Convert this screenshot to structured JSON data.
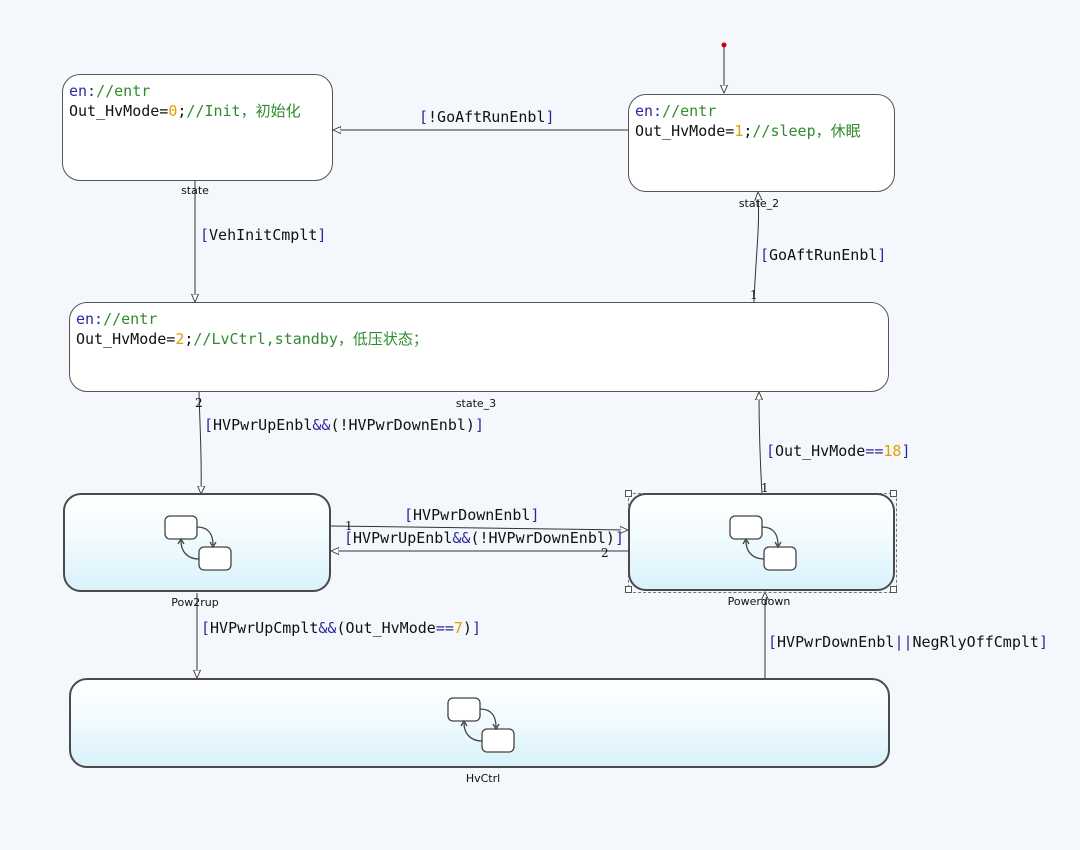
{
  "states": {
    "state": {
      "name": "state",
      "line1_kw": "en:",
      "line1_cm": "//entr",
      "line2_pre": "Out_HvMode=",
      "line2_num": "0",
      "line2_post": ";",
      "line2_cm": "//Init，初始化"
    },
    "state_2": {
      "name": "state_2",
      "line1_kw": "en:",
      "line1_cm": "//entr",
      "line2_pre": "Out_HvMode=",
      "line2_num": "1",
      "line2_post": ";",
      "line2_cm": "//sleep，休眠"
    },
    "state_3": {
      "name": "state_3",
      "line1_kw": "en:",
      "line1_cm": "//entr",
      "line2_pre": "Out_HvMode=",
      "line2_num": "2",
      "line2_post": ";",
      "line2_cm": "//LvCtrl,standby，低压状态；"
    },
    "pow2rup": {
      "name": "Pow2rup"
    },
    "powerdown": {
      "name": "Powerdown"
    },
    "hvctrl": {
      "name": "HvCtrl"
    }
  },
  "transitions": {
    "not_go_aft_run": {
      "open": "[",
      "text": "!GoAftRunEnbl",
      "close": "]"
    },
    "veh_init": {
      "open": "[",
      "text": "VehInitCmplt",
      "close": "]"
    },
    "go_aft_run": {
      "open": "[",
      "text": "GoAftRunEnbl",
      "close": "]",
      "priority": "1"
    },
    "pwr_up": {
      "open": "[",
      "a": "HVPwrUpEnbl",
      "op": "&&",
      "b": "(!HVPwrDownEnbl)",
      "close": "]",
      "priority": "2"
    },
    "out_mode_18": {
      "open": "[",
      "a": "Out_HvMode",
      "op": "==",
      "num": "18",
      "close": "]",
      "priority": "1"
    },
    "pwr_down_right": {
      "open": "[",
      "text": "HVPwrDownEnbl",
      "close": "]",
      "priority": "1"
    },
    "pwr_up_left": {
      "open": "[",
      "a": "HVPwrUpEnbl",
      "op": "&&",
      "b": "(!HVPwrDownEnbl)",
      "close": "]",
      "priority": "2"
    },
    "pwr_up_cmplt": {
      "open": "[",
      "a": "HVPwrUpCmplt",
      "op": "&&",
      "b": "(Out_HvMode",
      "op2": "==",
      "num": "7",
      "b2": ")",
      "close": "]"
    },
    "pwr_down_or": {
      "open": "[",
      "a": "HVPwrDownEnbl",
      "op": "||",
      "b": "NegRlyOffCmplt",
      "close": "]"
    }
  },
  "colors": {
    "keyword": "#2a2aa0",
    "comment": "#2e8b2e",
    "number": "#e0a000",
    "default_dot": "#cc0000"
  },
  "icons": [
    "subchart-icon"
  ]
}
